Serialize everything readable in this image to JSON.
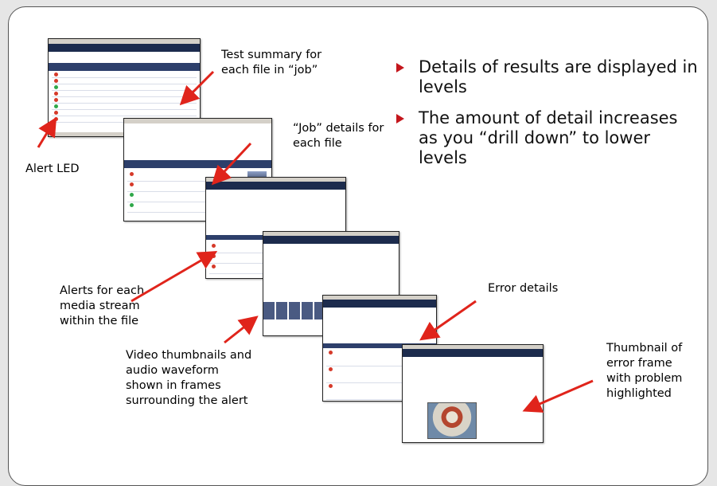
{
  "bullets": [
    "Details of results are displayed in levels",
    "The amount of detail increases as you “drill down” to lower levels"
  ],
  "callouts": {
    "test_summary": [
      "Test summary for",
      "each file in “job”"
    ],
    "job_details": [
      "“Job” details for",
      "each file"
    ],
    "alert_led": [
      "Alert LED"
    ],
    "alerts_stream": [
      "Alerts for each",
      "media stream",
      "within the file"
    ],
    "video_thumbs": [
      "Video thumbnails and",
      "audio waveform",
      "shown in frames",
      "surrounding the alert"
    ],
    "error_details": [
      "Error details"
    ],
    "thumb_error": [
      "Thumbnail of",
      "error frame",
      "with problem",
      "highlighted"
    ]
  },
  "colors": {
    "arrow": "#e0241b",
    "bullet_marker": "#c4161c",
    "ui_header": "#1c2b4d",
    "alert_red": "#d63a2a",
    "ok_green": "#2fa84a"
  },
  "icons": {
    "bullet": "triangle-bullet-icon",
    "arrow": "red-arrow-icon",
    "led": "alert-led-icon"
  }
}
